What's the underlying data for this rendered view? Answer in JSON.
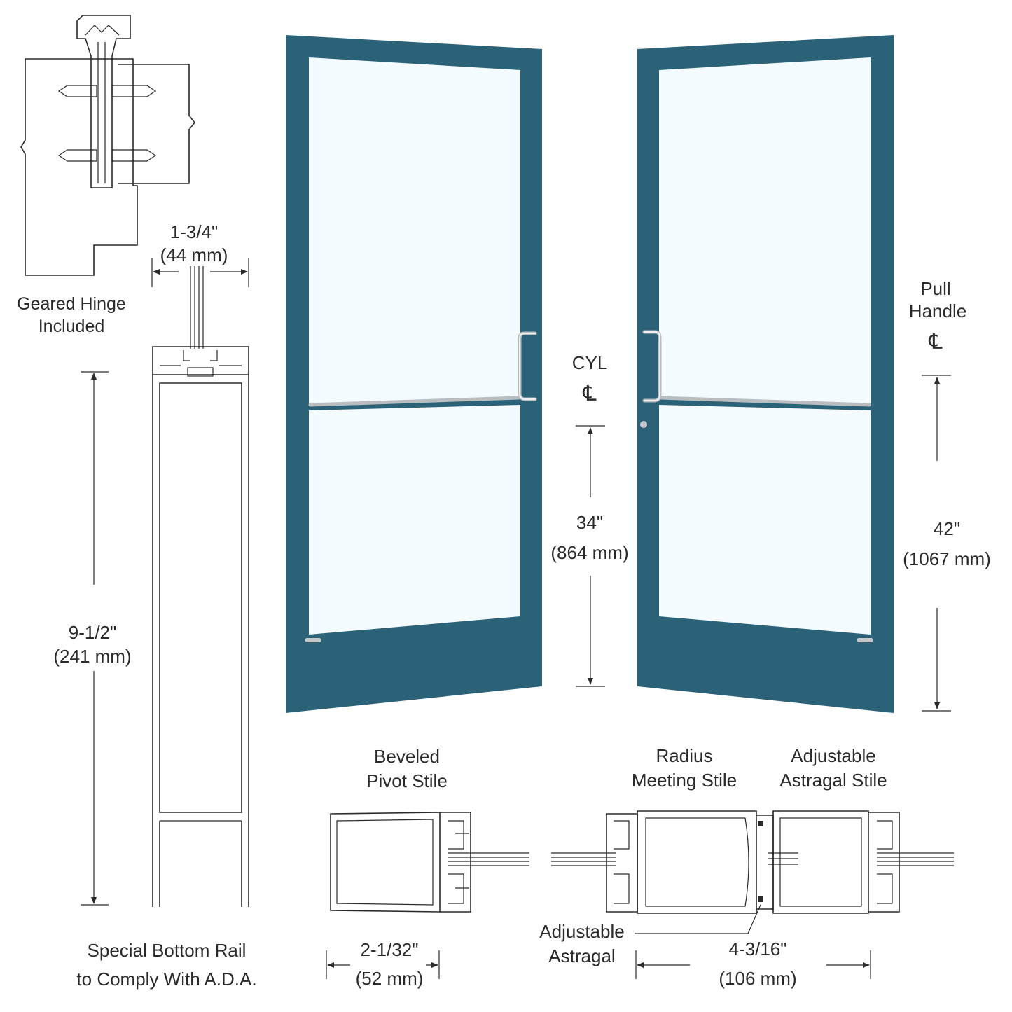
{
  "colors": {
    "door": "#2c6277",
    "glass": "#f4fbff"
  },
  "hinge": {
    "line1": "Geared Hinge",
    "line2": "Included"
  },
  "side_depth": {
    "frac": "1-3/4\"",
    "mm": "(44 mm)"
  },
  "side_height": {
    "frac": "9-1/2\"",
    "mm": "(241 mm)"
  },
  "bottom_rail": {
    "line1": "Special Bottom Rail",
    "line2": "to Comply With A.D.A."
  },
  "cyl": {
    "label": "CYL",
    "symbol": "℄",
    "frac": "34\"",
    "mm": "(864 mm)"
  },
  "pull": {
    "line1": "Pull",
    "line2": "Handle",
    "symbol": "℄",
    "frac": "42\"",
    "mm": "(1067 mm)"
  },
  "pivot": {
    "line1": "Beveled",
    "line2": "Pivot Stile",
    "frac": "2-1/32\"",
    "mm": "(52 mm)"
  },
  "meeting": {
    "line1": "Radius",
    "line2": "Meeting Stile"
  },
  "astragal_stile": {
    "line1": "Adjustable",
    "line2": "Astragal Stile"
  },
  "astragal": {
    "line1": "Adjustable",
    "line2": "Astragal"
  },
  "meeting_width": {
    "frac": "4-3/16\"",
    "mm": "(106 mm)"
  }
}
